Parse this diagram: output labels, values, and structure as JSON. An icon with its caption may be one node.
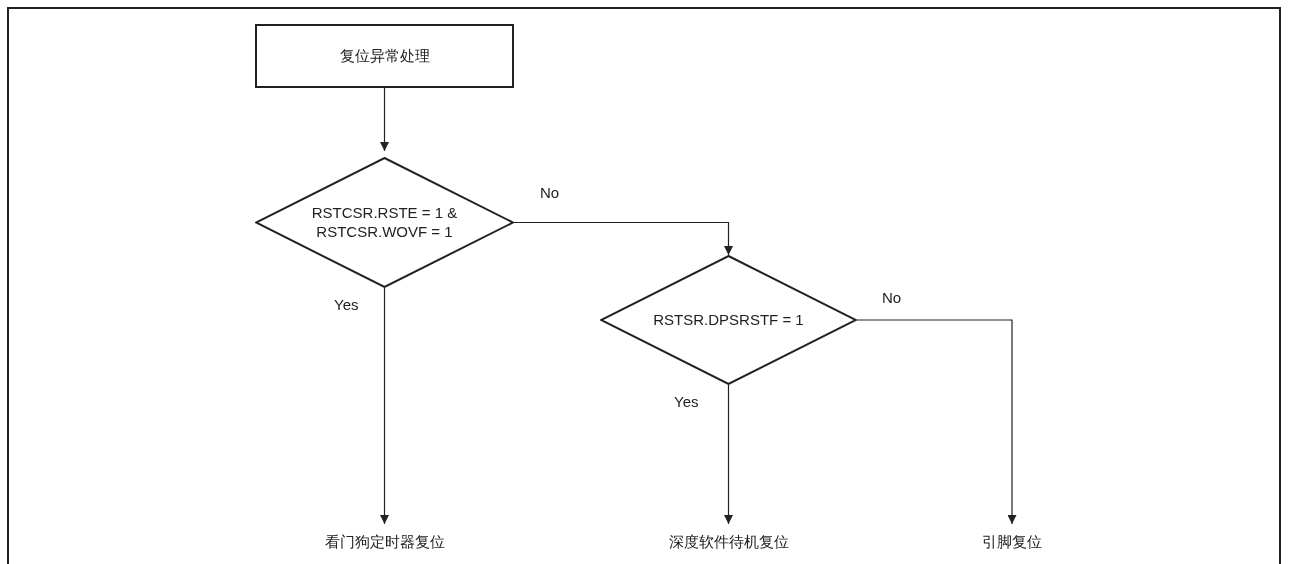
{
  "diagram": {
    "nodes": [
      {
        "text": [
          "复位异常处理"
        ]
      },
      {
        "text": [
          "RSTCSR.RSTE = 1 & RSTCSR.WOVF = 1"
        ]
      },
      {
        "text": [
          "RSTSR.DPSRSTF = 1"
        ]
      },
      {
        "text": [
          "看门狗定时器复位"
        ]
      },
      {
        "text": [
          "深度软件待机复位"
        ]
      },
      {
        "text": [
          "引脚复位"
        ]
      }
    ],
    "edges": [
      {
        "from": 0,
        "to": 1,
        "arrow": "to"
      },
      {
        "from": 1,
        "to": 2,
        "arrow": "to",
        "label": "No"
      },
      {
        "from": 1,
        "to": 3,
        "arrow": "to",
        "label": "Yes"
      },
      {
        "from": 2,
        "to": 4,
        "arrow": "to",
        "label": "Yes"
      },
      {
        "from": 2,
        "to": 5,
        "arrow": "to",
        "label": "No"
      }
    ]
  }
}
